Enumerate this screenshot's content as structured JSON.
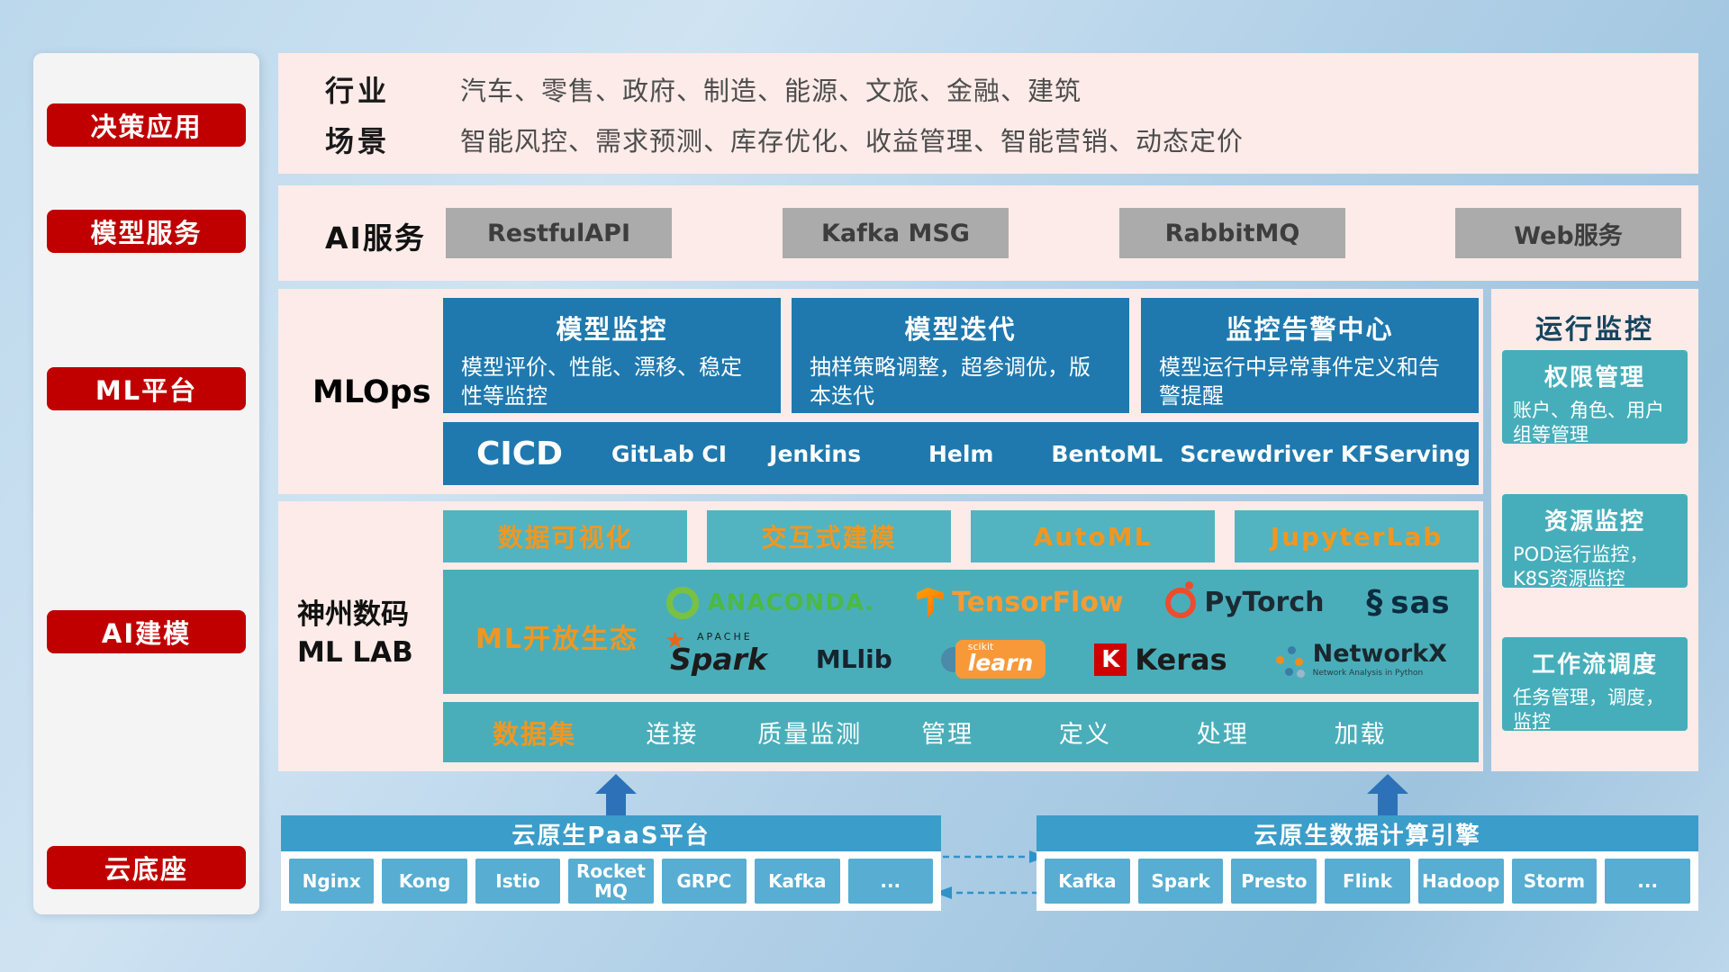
{
  "colors": {
    "sidebar_red": "#c00000",
    "band_pink": "#fcebe8",
    "mlops_blue": "#1f79ae",
    "teal": "#4aaeba",
    "teal_button": "#51b4c0",
    "orange_accent": "#ef9722",
    "gray_button": "#ababab",
    "bottom_header_blue": "#3b9dc9",
    "bottom_chip_blue": "#57add2",
    "arrow_blue": "#2d72b8"
  },
  "sidebar": {
    "items": [
      {
        "label": "决策应用"
      },
      {
        "label": "模型服务"
      },
      {
        "label": "ML平台"
      },
      {
        "label": "AI建模"
      },
      {
        "label": "云底座"
      }
    ]
  },
  "industry_band": {
    "rows": [
      {
        "label": "行业",
        "text": "汽车、零售、政府、制造、能源、文旅、金融、建筑"
      },
      {
        "label": "场景",
        "text": "智能风控、需求预测、库存优化、收益管理、智能营销、动态定价"
      }
    ]
  },
  "ai_service_band": {
    "label": "AI服务",
    "buttons": [
      "RestfulAPI",
      "Kafka MSG",
      "RabbitMQ",
      "Web服务"
    ]
  },
  "mlops_band": {
    "label": "MLOps",
    "cards": [
      {
        "title": "模型监控",
        "desc": "模型评价、性能、漂移、稳定性等监控"
      },
      {
        "title": "模型迭代",
        "desc": "抽样策略调整，超参调优，版本迭代"
      },
      {
        "title": "监控告警中心",
        "desc": "模型运行中异常事件定义和告警提醒"
      }
    ],
    "cicd_label": "CICD",
    "cicd_items": [
      "GitLab CI",
      "Jenkins",
      "Helm",
      "BentoML",
      "Screwdriver",
      "KFServing"
    ]
  },
  "mllab_band": {
    "label_line1": "神州数码",
    "label_line2": "ML LAB",
    "top_buttons": [
      "数据可视化",
      "交互式建模",
      "AutoML",
      "JupyterLab"
    ],
    "eco_label": "ML开放生态",
    "logos": {
      "anaconda": {
        "text": "ANACONDA."
      },
      "tensorflow": {
        "text": "TensorFlow"
      },
      "pytorch": {
        "text": "PyTorch"
      },
      "sas": {
        "text": "sas"
      },
      "spark": {
        "sub": "APACHE",
        "text": "Spark"
      },
      "mllib": {
        "text": "MLlib"
      },
      "sklearn": {
        "sub": "scikit",
        "text": "learn"
      },
      "keras": {
        "letter": "K",
        "text": "Keras"
      },
      "networkx": {
        "text": "NetworkX",
        "sub": "Network Analysis in Python"
      }
    },
    "data_row": {
      "label": "数据集",
      "items": [
        "连接",
        "质量监测",
        "管理",
        "定义",
        "处理",
        "加载"
      ]
    }
  },
  "monitor_panel": {
    "title": "运行监控",
    "boxes": [
      {
        "title": "权限管理",
        "desc": "账户、角色、用户组等管理"
      },
      {
        "title": "资源监控",
        "desc": "POD运行监控，K8S资源监控"
      },
      {
        "title": "工作流调度",
        "desc": "任务管理，调度，监控"
      }
    ]
  },
  "bottom": {
    "paas": {
      "title": "云原生PaaS平台",
      "chips": [
        "Nginx",
        "Kong",
        "Istio",
        "RocketMQ",
        "GRPC",
        "Kafka",
        "..."
      ]
    },
    "engine": {
      "title": "云原生数据计算引擎",
      "chips": [
        "Kafka",
        "Spark",
        "Presto",
        "Flink",
        "Hadoop",
        "Storm",
        "..."
      ]
    }
  }
}
